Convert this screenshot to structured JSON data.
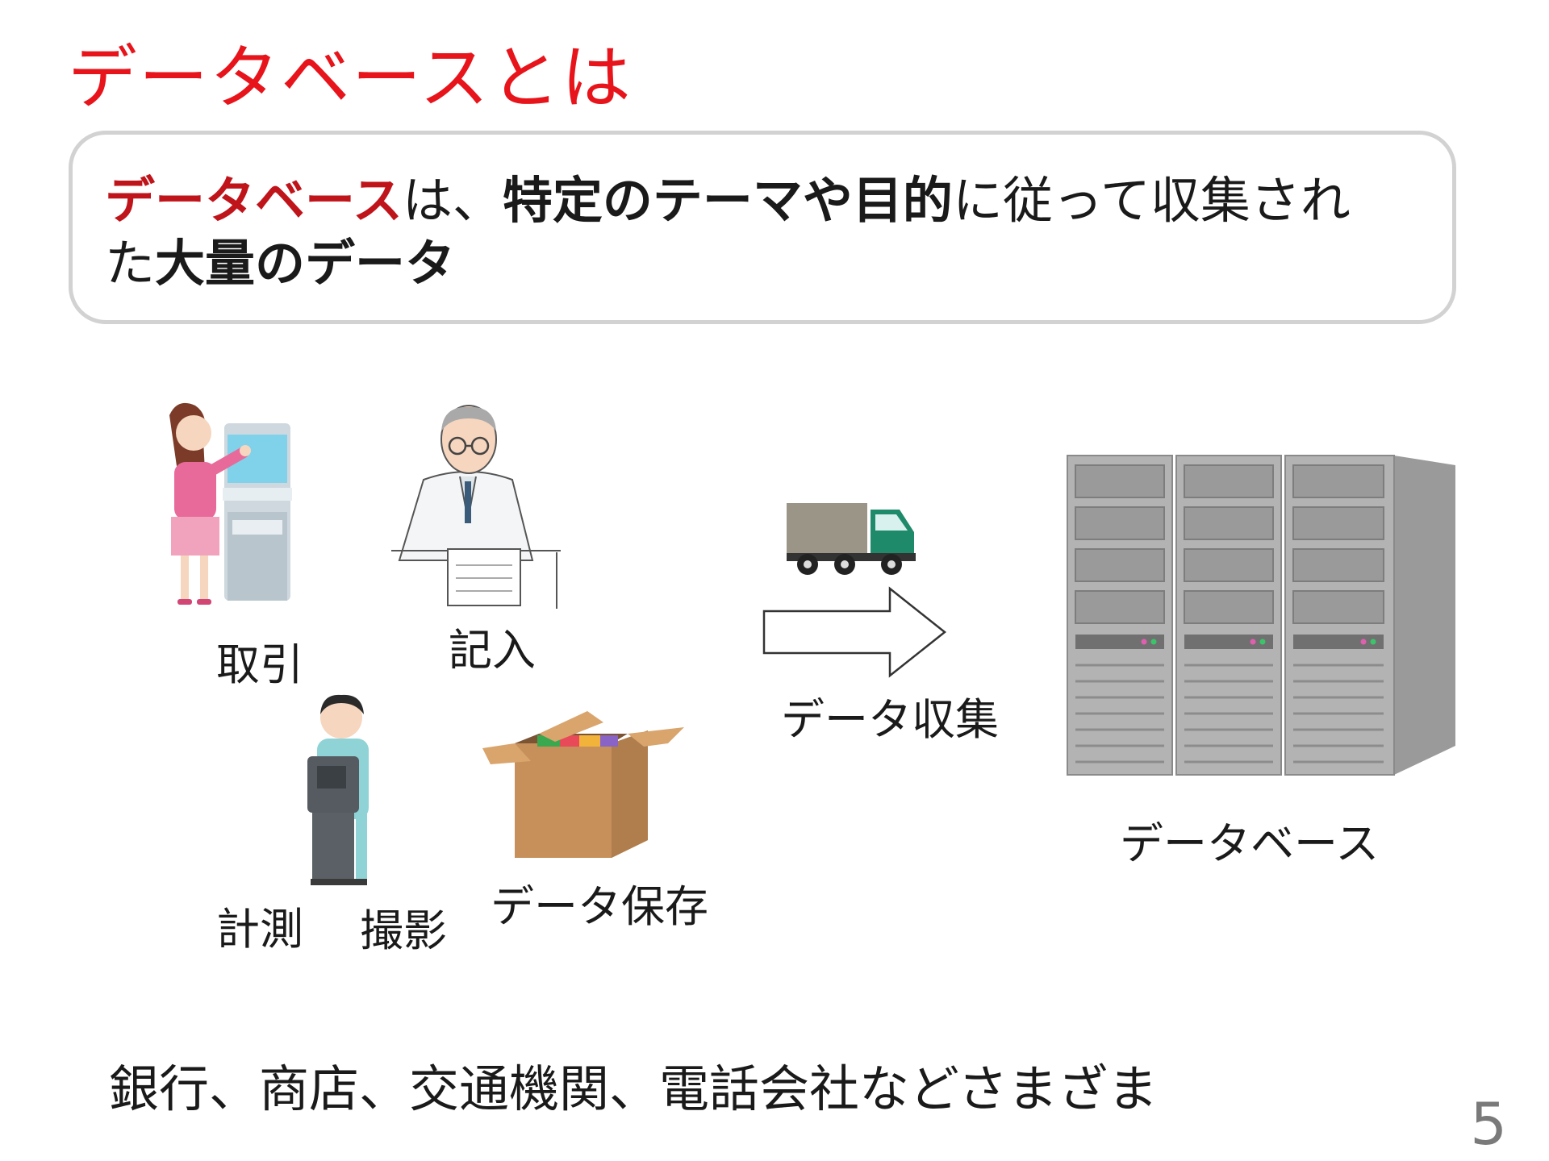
{
  "slide": {
    "title": "データベースとは",
    "page_number": "5"
  },
  "definition": {
    "line1_term": "データベース",
    "line1_text1": "は、",
    "line1_bold1": "特定のテーマや目的",
    "line1_text2": "に従って収集され",
    "line2_text": "た",
    "line2_bold": "大量のデータ"
  },
  "sources": {
    "torihiki": "取引",
    "kinyu": "記入",
    "keisoku": "計測",
    "satsuei": "撮影",
    "hozon": "データ保存"
  },
  "flow": {
    "collect_label": "データ収集"
  },
  "database_label": "データベース",
  "bottom_note": "銀行、商店、交通機関、電話会社などさまざま",
  "colors": {
    "title_red": "#e8141b",
    "term_red": "#c0141b",
    "box_border": "#d2d2d2"
  }
}
